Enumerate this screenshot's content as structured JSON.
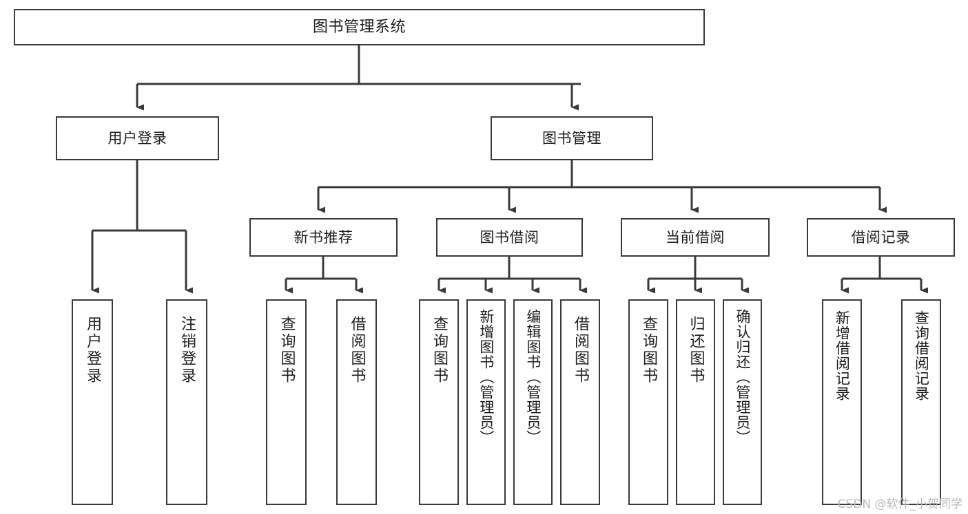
{
  "diagram": {
    "type": "tree-hierarchy",
    "title": "图书管理系统",
    "watermark": "CSDN @软件_小贺同学",
    "colors": {
      "background": "#ffffff",
      "node_border": "#3a3a3a",
      "node_fill": "#ffffff",
      "edge": "#3a3a3a",
      "text": "#1d1d1d",
      "watermark": "#b9b9b9"
    },
    "nodes": {
      "root": {
        "label": "图书管理系统"
      },
      "level1": [
        {
          "id": "user-login",
          "label": "用户登录"
        },
        {
          "id": "book-management",
          "label": "图书管理"
        }
      ],
      "level2": [
        {
          "id": "new-book-recommend",
          "label": "新书推荐"
        },
        {
          "id": "book-borrow",
          "label": "图书借阅"
        },
        {
          "id": "current-borrow",
          "label": "当前借阅"
        },
        {
          "id": "borrow-record",
          "label": "借阅记录"
        }
      ],
      "leaves": {
        "user_login": [
          {
            "id": "leaf-user-login",
            "label": "用户登录"
          },
          {
            "id": "leaf-logout-login",
            "label": "注销登录"
          }
        ],
        "new_book_recommend": [
          {
            "id": "leaf-query-book-1",
            "label": "查询图书"
          },
          {
            "id": "leaf-borrow-book-1",
            "label": "借阅图书"
          }
        ],
        "book_borrow": [
          {
            "id": "leaf-query-book-2",
            "label": "查询图书"
          },
          {
            "id": "leaf-add-book",
            "label": "新增图书（管理员）"
          },
          {
            "id": "leaf-edit-book",
            "label": "编辑图书（管理员）"
          },
          {
            "id": "leaf-borrow-book-2",
            "label": "借阅图书"
          }
        ],
        "current_borrow": [
          {
            "id": "leaf-query-book-3",
            "label": "查询图书"
          },
          {
            "id": "leaf-return-book",
            "label": "归还图书"
          },
          {
            "id": "leaf-confirm-return",
            "label": "确认归还（管理员）"
          }
        ],
        "borrow_record": [
          {
            "id": "leaf-add-record",
            "label": "新增借阅记录"
          },
          {
            "id": "leaf-query-record",
            "label": "查询借阅记录"
          }
        ]
      }
    }
  }
}
